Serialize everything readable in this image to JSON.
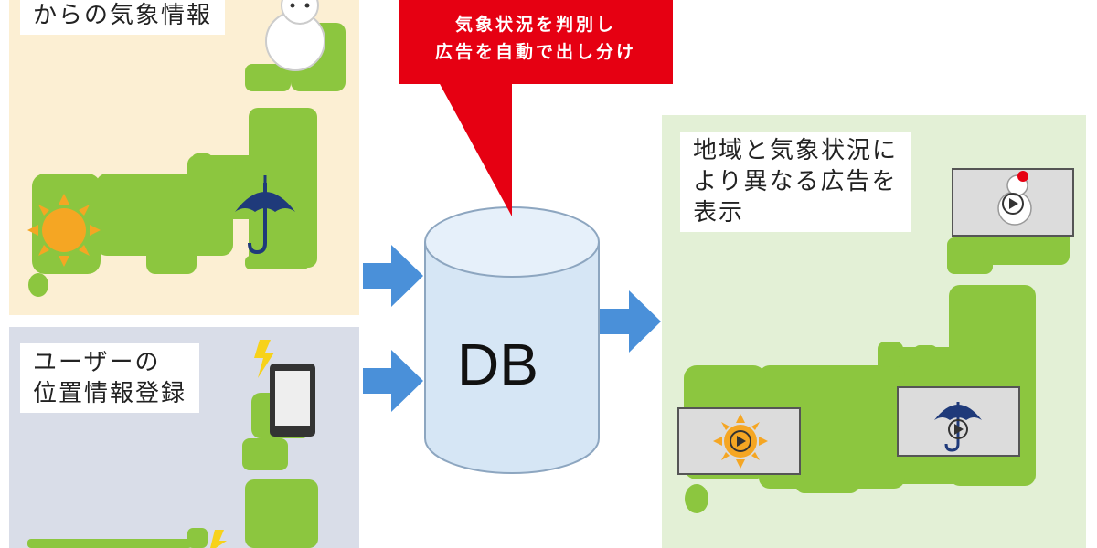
{
  "colors": {
    "land_green": "#8cc63f",
    "top_left_bg": "#fcefd3",
    "bottom_left_bg": "#d9dde8",
    "right_bg": "#e3f0d6",
    "callout_red": "#e60012",
    "arrow_blue": "#4a90d9",
    "db_fill": "#d6e6f5",
    "sun_orange": "#f5a623",
    "umbrella_navy": "#1f3a7a"
  },
  "panels": {
    "weather_source": {
      "label": "からの気象情報",
      "icons": [
        "snowman-icon",
        "sun-icon",
        "umbrella-icon"
      ]
    },
    "user_location": {
      "label": "ユーザーの\n位置情報登録",
      "icons": [
        "smartphone-icon",
        "lightning-icon"
      ]
    },
    "ad_display": {
      "label": "地域と気象状況に\nより異なる広告を\n表示",
      "icons": [
        "video-snowman-icon",
        "video-sun-icon",
        "video-umbrella-icon"
      ]
    }
  },
  "callout": {
    "text": "気象状況を判別し\n広告を自動で出し分け"
  },
  "database": {
    "label": "DB"
  }
}
